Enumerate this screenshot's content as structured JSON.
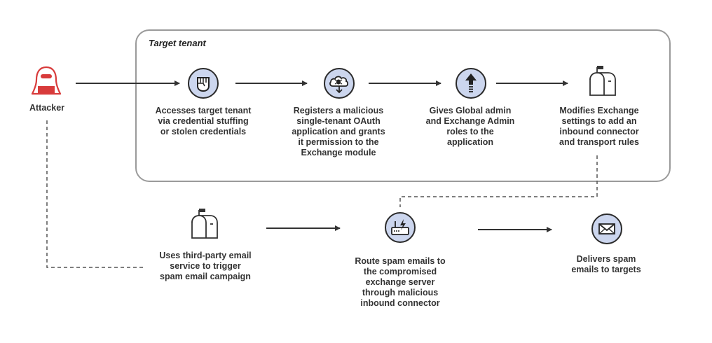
{
  "diagram": {
    "tenant_title": "Target tenant",
    "attacker_label": "Attacker",
    "steps": {
      "access": [
        "Accesses target tenant",
        "via credential stuffing",
        "or stolen credentials"
      ],
      "register": [
        "Registers a malicious",
        "single-tenant OAuth",
        "application and grants",
        "it permission to the",
        "Exchange module"
      ],
      "roles": [
        "Gives Global admin",
        "and Exchange Admin",
        "roles to the",
        "application"
      ],
      "modify": [
        "Modifies Exchange",
        "settings to add an",
        "inbound connector",
        "and transport rules"
      ],
      "third_party": [
        "Uses third-party email",
        "service to trigger",
        "spam email campaign"
      ],
      "route": [
        "Route spam emails to",
        "the compromised",
        "exchange server",
        "through malicious",
        "inbound connector"
      ],
      "deliver": [
        "Delivers spam",
        "emails to targets"
      ]
    },
    "icons": {
      "attacker": "hacker-icon",
      "access": "raised-fist-icon",
      "register": "cloud-bug-icon",
      "roles": "upload-arrow-icon",
      "modify": "mailbox-icon",
      "third_party": "mailbox-icon",
      "route": "router-lightning-icon",
      "deliver": "envelope-icon"
    },
    "colors": {
      "icon_fill": "#ccd6ee",
      "attacker_red": "#d83b3b",
      "line": "#333333",
      "box_border": "#9a9a9a"
    }
  }
}
